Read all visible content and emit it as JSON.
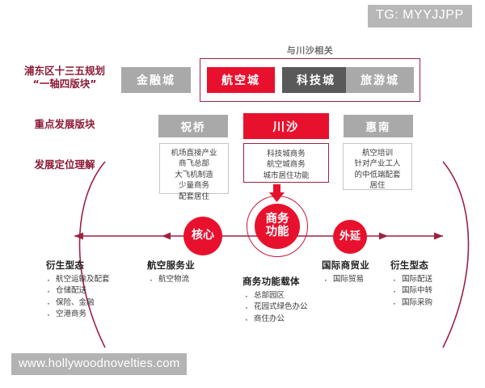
{
  "watermarks": {
    "telegram": "TG: MYYJJPP",
    "url": "www.hollywoodnovelties.com"
  },
  "row_labels": {
    "plan_line1": "浦东区十三五规划",
    "plan_line2": "“一轴四版块”",
    "key_areas": "重点发展版块",
    "positioning": "发展定位理解"
  },
  "tier1": {
    "caption": "与川沙相关",
    "blocks": [
      {
        "label": "金融城",
        "color": "#a9a9a9",
        "highlight": false
      },
      {
        "label": "航空城",
        "color": "#e8112d",
        "highlight": true
      },
      {
        "label": "科技城",
        "color": "#595959",
        "highlight": false
      },
      {
        "label": "旅游城",
        "color": "#a9a9a9",
        "highlight": false
      }
    ]
  },
  "tier2": {
    "blocks": [
      {
        "label": "祝桥",
        "color": "#a9a9a9",
        "highlight": false
      },
      {
        "label": "川沙",
        "color": "#e8112d",
        "highlight": true
      },
      {
        "label": "惠南",
        "color": "#a9a9a9",
        "highlight": false
      }
    ]
  },
  "tier3": {
    "zhuqiao": {
      "lines": [
        "机场直接产业",
        "商飞总部",
        "大飞机制造",
        "少量商务",
        "配套居住"
      ]
    },
    "chuansha": {
      "lines": [
        "科技城商务",
        "航空城商务",
        "城市居住功能"
      ]
    },
    "huinan": {
      "lines": [
        "航空培训",
        "针对产业工人",
        "的中低端配套",
        "居住"
      ]
    }
  },
  "circles": {
    "core": "核心",
    "main_line1": "商务",
    "main_line2": "功能",
    "extension": "外延"
  },
  "columns": [
    {
      "title": "衍生型态",
      "items": [
        "航空运输及配套",
        "仓储配送",
        "保险、金融",
        "空港商务"
      ]
    },
    {
      "title": "航空服务业",
      "items": [
        "航空物流"
      ]
    },
    {
      "title": "商务功能载体",
      "items": [
        "总部园区",
        "花园式绿色办公",
        "商住办公"
      ]
    },
    {
      "title": "国际商贸业",
      "items": [
        "国际贸易"
      ]
    },
    {
      "title": "衍生型态",
      "items": [
        "国际配送",
        "国际中转",
        "国际采购"
      ]
    }
  ],
  "colors": {
    "red": "#e8112d",
    "dark_red": "#9e2140",
    "gray": "#a9a9a9",
    "dark_gray": "#595959",
    "label_maroon": "#8c1a35"
  }
}
